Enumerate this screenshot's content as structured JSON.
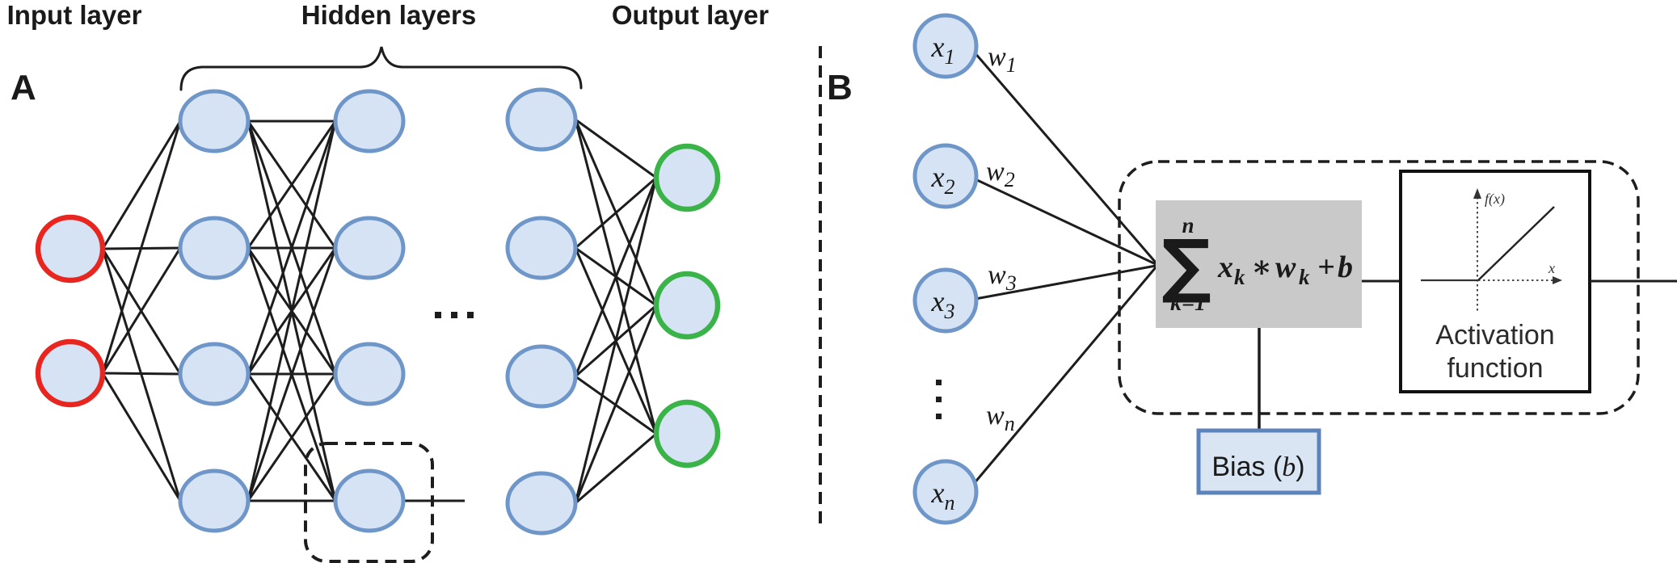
{
  "figure": {
    "panel_a": {
      "label": "A",
      "input_layer_label": "Input layer",
      "hidden_layers_label": "Hidden layers",
      "output_layer_label": "Output layer",
      "ellipsis": "...",
      "input_node_count": 2,
      "hidden_columns_shown": 3,
      "hidden_nodes_per_column": 4,
      "output_node_count": 3
    },
    "panel_b": {
      "label": "B",
      "inputs": [
        {
          "base": "x",
          "sub": "1"
        },
        {
          "base": "x",
          "sub": "2"
        },
        {
          "base": "x",
          "sub": "3"
        },
        {
          "base": "x",
          "sub": "n"
        }
      ],
      "weights": [
        {
          "base": "w",
          "sub": "1"
        },
        {
          "base": "w",
          "sub": "2"
        },
        {
          "base": "w",
          "sub": "3"
        },
        {
          "base": "w",
          "sub": "n"
        }
      ],
      "sum_box": {
        "upper_limit": "n",
        "sigma": "∑",
        "lower_limit": "k=1",
        "term1_base": "x",
        "term1_sub": "k",
        "operator": "∗",
        "term2_base": "w",
        "term2_sub": "k",
        "plus": "+",
        "bias_term": "b"
      },
      "activation_box": {
        "line1": "Activation",
        "line2": "function",
        "y_axis_label": "f(x)",
        "x_axis_label": "x"
      },
      "bias_box": {
        "prefix": "Bias (",
        "variable": "b",
        "suffix": ")"
      }
    },
    "colors": {
      "node_fill": "#d5e3f4",
      "hidden_node_border": "#6e96c8",
      "input_node_border": "#e8251f",
      "output_node_border": "#3ab449",
      "line": "#1d1d1d",
      "sum_box_fill": "#c9c9c9",
      "bias_box_fill": "#dae5f3",
      "bias_box_border": "#5d83bd"
    }
  }
}
